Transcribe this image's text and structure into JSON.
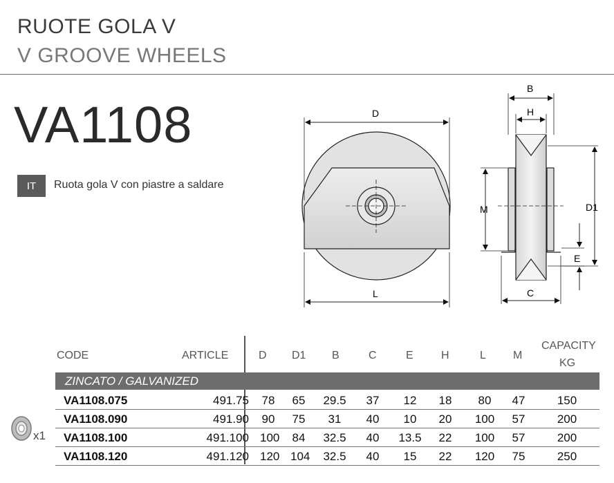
{
  "header": {
    "title_it": "RUOTE GOLA V",
    "title_en": "V GROOVE WHEELS"
  },
  "product": {
    "model": "VA1108",
    "lang": "IT",
    "description": "Ruota gola V con piastre a saldare"
  },
  "drawing": {
    "front_labels": {
      "d": "D",
      "l": "L"
    },
    "side_labels": {
      "b": "B",
      "h": "H",
      "m": "M",
      "d1": "D1",
      "e": "E",
      "c": "C"
    }
  },
  "table": {
    "headers": {
      "code": "CODE",
      "article": "ARTICLE",
      "d": "D",
      "d1": "D1",
      "b": "B",
      "c": "C",
      "e": "E",
      "h": "H",
      "l": "L",
      "m": "M",
      "capacity1": "CAPACITY",
      "capacity2": "KG"
    },
    "group_label": "ZINCATO / GALVANIZED",
    "rows": [
      {
        "code": "VA1108.075",
        "article": "491.75",
        "d": "78",
        "d1": "65",
        "b": "29.5",
        "c": "37",
        "e": "12",
        "h": "18",
        "l": "80",
        "m": "47",
        "cap": "150"
      },
      {
        "code": "VA1108.090",
        "article": "491.90",
        "d": "90",
        "d1": "75",
        "b": "31",
        "c": "40",
        "e": "10",
        "h": "20",
        "l": "100",
        "m": "57",
        "cap": "200"
      },
      {
        "code": "VA1108.100",
        "article": "491.100",
        "d": "100",
        "d1": "84",
        "b": "32.5",
        "c": "40",
        "e": "13.5",
        "h": "22",
        "l": "100",
        "m": "57",
        "cap": "200"
      },
      {
        "code": "VA1108.120",
        "article": "491.120",
        "d": "120",
        "d1": "104",
        "b": "32.5",
        "c": "40",
        "e": "15",
        "h": "22",
        "l": "120",
        "m": "75",
        "cap": "250"
      }
    ]
  },
  "packaging": {
    "quantity": "x1"
  }
}
